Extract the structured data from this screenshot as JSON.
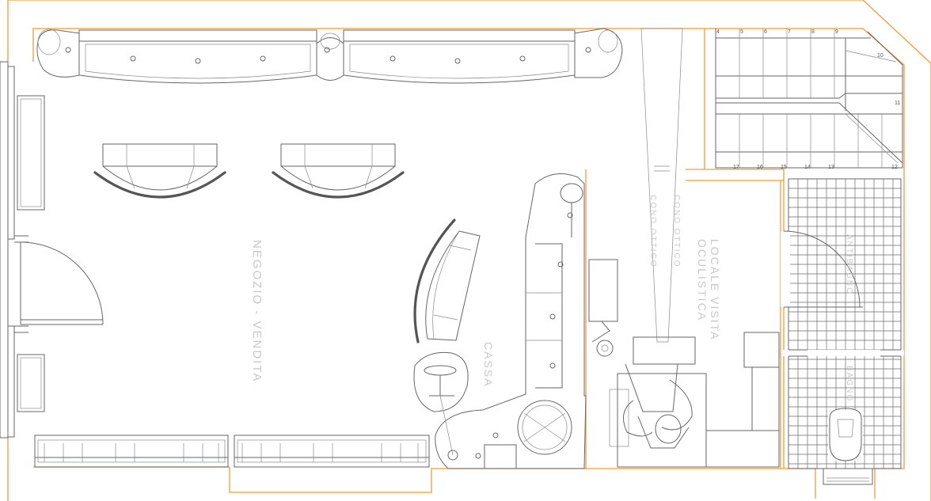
{
  "labels": {
    "shop": "NEGOZIO - VENDITA",
    "cashier": "CASSA",
    "exam_room_line1": "LOCALE VISITA",
    "exam_room_line2": "OCULISTICA",
    "optic_cone_a": "CONO OTTICO",
    "optic_cone_b": "CONO OTTICO",
    "bath_a": "ANTIBAGNO",
    "bath_b": "BAGNO"
  },
  "stair_numbers": [
    "4",
    "5",
    "6",
    "7",
    "8",
    "9",
    "10",
    "11",
    "12",
    "13",
    "14",
    "15",
    "16",
    "17"
  ],
  "colors": {
    "wall_outline": "#f29a3a",
    "linework": "#666666",
    "room_label": "#c8c8c8"
  }
}
